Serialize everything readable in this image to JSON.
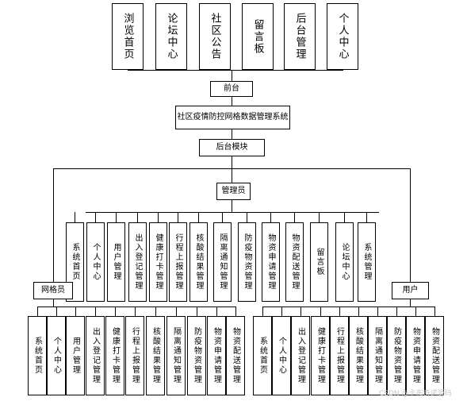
{
  "top_modules": [
    "浏览首页",
    "论坛中心",
    "社区公告",
    "留言板",
    "后台管理",
    "个人中心"
  ],
  "frontend": "前台",
  "system_title": "社区疫情防控网格数据管理系统",
  "backend": "后台模块",
  "admin": "管理员",
  "admin_modules": [
    "系统首页",
    "个人中心",
    "用户管理",
    "出入登记管理",
    "健康打卡管理",
    "行程上报管理",
    "核酸结果管理",
    "隔离通知管理",
    "防疫物资管理",
    "物资申请管理",
    "物资配送管理",
    "留言板",
    "论坛中心",
    "系统管理"
  ],
  "grid_member": "网格员",
  "grid_modules": [
    "系统首页",
    "个人中心",
    "用户管理",
    "出入登记管理",
    "健康打卡管理",
    "行程上报管理",
    "核酸结果管理",
    "隔离通知管理",
    "防疫物资管理",
    "物资申请管理",
    "物资配送管理"
  ],
  "user": "用户",
  "user_modules": [
    "系统首页",
    "个人中心",
    "出入登记管理",
    "健康打卡管理",
    "行程上报管理",
    "核酸结果管理",
    "隔离通知管理",
    "防疫物资管理",
    "物资申请管理",
    "物资配送管理"
  ],
  "watermark": "CSDN @卡布奇诺源码"
}
